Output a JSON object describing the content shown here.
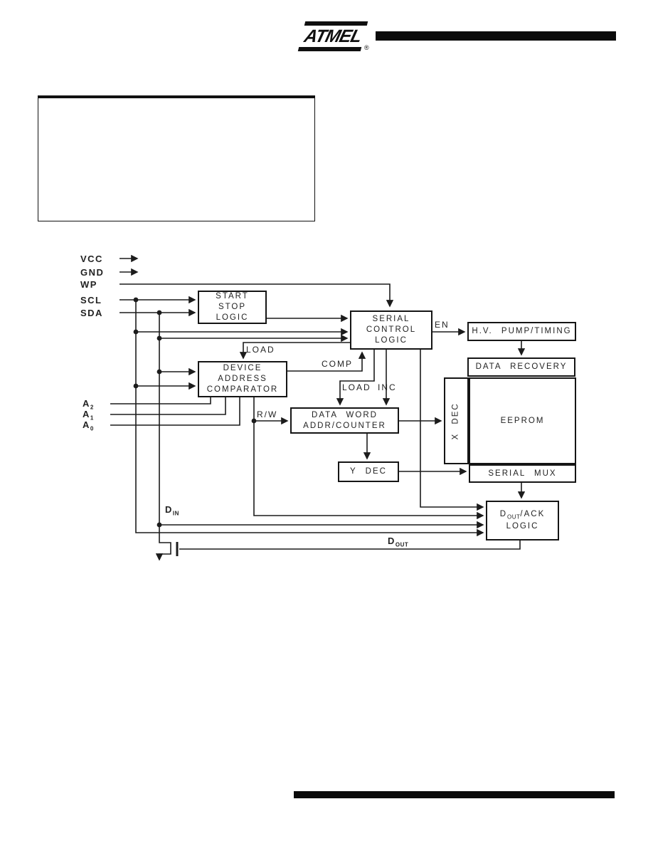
{
  "header": {
    "brand": "ATMEL",
    "registered": "®"
  },
  "diagram": {
    "signals": {
      "vcc": "VCC",
      "gnd": "GND",
      "wp": "WP",
      "scl": "SCL",
      "sda": "SDA"
    },
    "pins": {
      "a2": {
        "main": "A",
        "sub": "2"
      },
      "a1": {
        "main": "A",
        "sub": "1"
      },
      "a0": {
        "main": "A",
        "sub": "0"
      },
      "din": {
        "main": "D",
        "sub": "IN"
      },
      "dout": {
        "main": "D",
        "sub": "OUT"
      }
    },
    "blocks": {
      "start_stop": {
        "lines": [
          "START",
          "STOP",
          "LOGIC"
        ]
      },
      "serial_control": {
        "lines": [
          "SERIAL",
          "CONTROL",
          "LOGIC"
        ]
      },
      "hv_pump": {
        "label": "H.V. PUMP/TIMING"
      },
      "data_recovery": {
        "label": "DATA RECOVERY"
      },
      "x_dec": {
        "label": "X DEC"
      },
      "eeprom": {
        "label": "EEPROM"
      },
      "serial_mux": {
        "label": "SERIAL MUX"
      },
      "device_address_comparator": {
        "lines": [
          "DEVICE",
          "ADDRESS",
          "COMPARATOR"
        ]
      },
      "data_word_addr_counter": {
        "lines": [
          "DATA WORD",
          "ADDR/COUNTER"
        ]
      },
      "y_dec": {
        "label": "Y DEC"
      },
      "dout_ack": {
        "line1_pre": "D",
        "line1_sub": "OUT",
        "line1_post": "/ACK",
        "line2": "LOGIC"
      }
    },
    "wire_labels": {
      "load_device": "LOAD",
      "comp": "COMP",
      "load_counter": "LOAD",
      "inc": "INC",
      "en": "EN",
      "rw": "R/W"
    },
    "colors": {
      "line": "#1c1c1c"
    }
  }
}
